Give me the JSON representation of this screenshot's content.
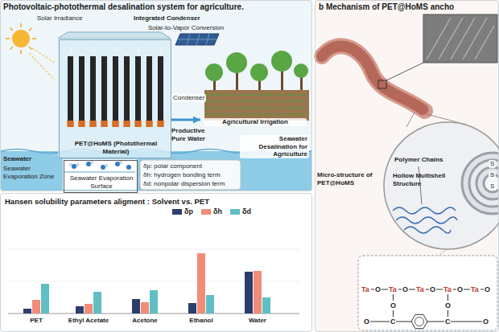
{
  "diagram": {
    "nodes": [
      {
        "text": [
          "Photovoltaic-photothermal desalination system for agriculture."
        ]
      },
      {
        "text": [
          "b Mechanism of PET@HoMS ancho"
        ]
      },
      {
        "text": [
          "Hansen solubility parameters aligment : Solvent vs. PET"
        ]
      },
      {
        "text": [
          "PET@HoMS (Photothermal Material)"
        ],
        "in": 0
      },
      {
        "text": [
          "Seawater Evaporation Surface"
        ],
        "in": 0
      },
      {
        "text": [
          "Agricultural Irrigation"
        ],
        "in": 0
      },
      {
        "text": [
          "Micro-structure of PET@HoMS"
        ],
        "in": 1
      }
    ],
    "edges": [
      {
        "from": 3,
        "to": 5,
        "arrow": "to"
      }
    ],
    "labels": [
      "Solar Irradiance",
      "Integrated Condenser",
      "Solar-to-Vapor Conversion",
      "Condenser",
      "Productive Pure Water",
      "Seawater Desalination for Agriculture",
      "Seawater",
      "Seawater Evaporation Zone",
      "δp: polar component",
      "δh: hydrogen bonding term",
      "δd: nonpolar dispersion term",
      "PET",
      "Ethyl Acetate",
      "Acetone",
      "Ethanol",
      "Water",
      "Polymer Chains",
      "Hollow Multishell Structure",
      "S",
      "S",
      "S",
      "Ta",
      "O",
      "Ta",
      "O",
      "Ta",
      "O",
      "Ta",
      "O",
      "Ta",
      "O",
      "O",
      "O",
      "O",
      "C",
      "C",
      "O"
    ],
    "legend": [
      {
        "text": "δp",
        "color": "#2c3e6b"
      },
      {
        "text": "δh",
        "color": "#f08c78"
      },
      {
        "text": "δd",
        "color": "#5fbfc4"
      }
    ]
  }
}
